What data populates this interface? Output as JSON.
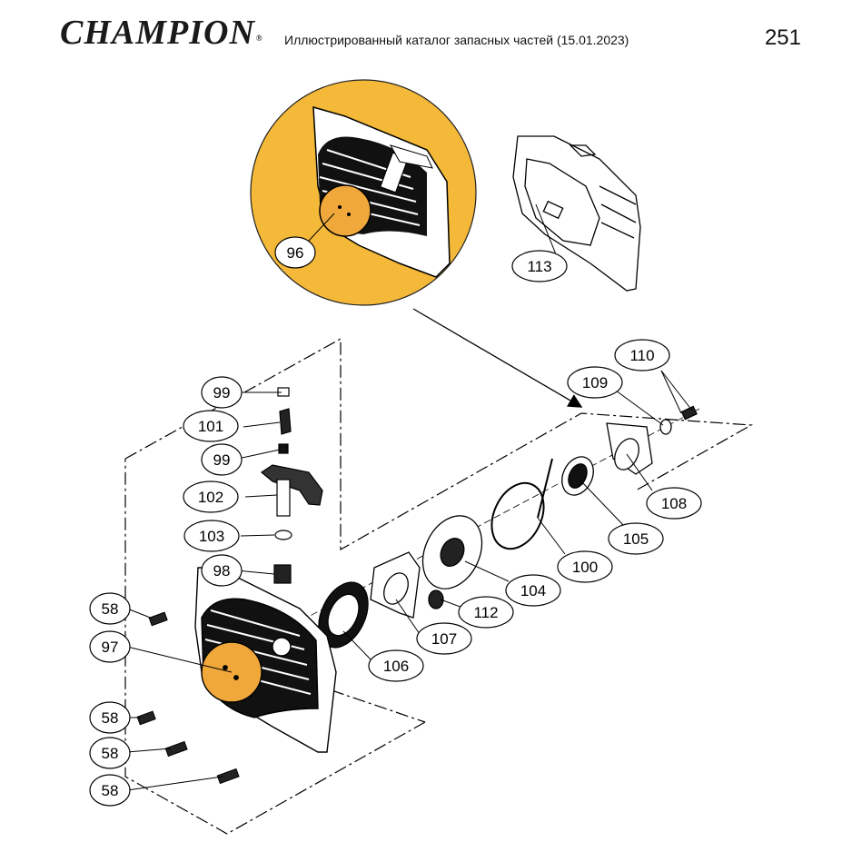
{
  "header": {
    "brand": "CHAMPION",
    "registered_mark": "®",
    "subtitle": "Иллюстрированный каталог запасных частей (15.01.2023)",
    "page_number": "251"
  },
  "colors": {
    "highlight": "#f5b93a",
    "highlight_part": "#f0a83a",
    "line": "#000000"
  },
  "callouts": [
    "96",
    "113",
    "110",
    "109",
    "99",
    "101",
    "99",
    "102",
    "108",
    "105",
    "103",
    "100",
    "98",
    "104",
    "112",
    "58",
    "97",
    "107",
    "106",
    "58",
    "58",
    "58"
  ]
}
